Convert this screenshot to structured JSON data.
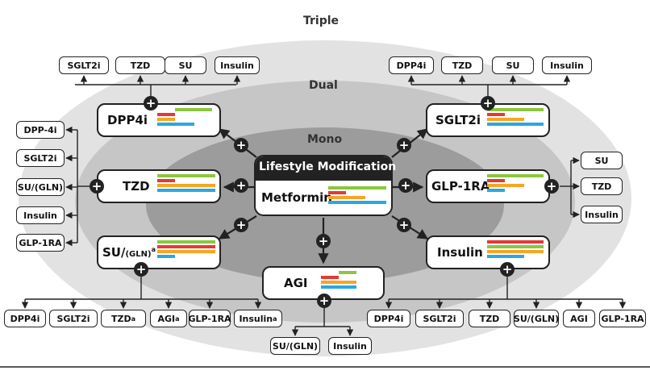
{
  "levels": {
    "triple": "Triple",
    "dual": "Dual",
    "mono": "Mono"
  },
  "center": {
    "title": "Lifestyle Modification",
    "drug": "Metformin"
  },
  "colors": {
    "green": "#8cc63f",
    "red": "#e53935",
    "orange": "#f5a623",
    "blue": "#29a8e0",
    "outer": "#e2e2e2",
    "middle": "#c6c6c6",
    "inner": "#9c9c9c"
  },
  "dual_boxes": {
    "dpp4i": "DPP4i",
    "sglt2i": "SGLT2i",
    "tzd": "TZD",
    "glp1ra": "GLP-1RA",
    "su_main": "SU/",
    "su_gln": "(GLN)",
    "su_sup": "a",
    "insulin": "Insulin",
    "agi": "AGI"
  },
  "triple_dpp4i": [
    "SGLT2i",
    "TZD",
    "SU",
    "Insulin"
  ],
  "triple_sglt2i": [
    "DPP4i",
    "TZD",
    "SU",
    "Insulin"
  ],
  "triple_tzd": [
    "DPP-4i",
    "SGLT2i",
    "SU/(GLN)",
    "Insulin",
    "GLP-1RA"
  ],
  "triple_glp1ra": [
    "SU",
    "TZD",
    "Insulin"
  ],
  "triple_su": [
    {
      "label": "DPP4i",
      "sup": ""
    },
    {
      "label": "SGLT2i",
      "sup": ""
    },
    {
      "label": "TZD",
      "sup": "a"
    },
    {
      "label": "AGI",
      "sup": "a"
    },
    {
      "label": "GLP-1RA",
      "sup": ""
    },
    {
      "label": "Insulin",
      "sup": "a"
    }
  ],
  "triple_insulin": [
    "DPP4i",
    "SGLT2i",
    "TZD",
    "SU/(GLN)",
    "AGI",
    "GLP-1RA"
  ],
  "triple_agi": [
    "SU/(GLN)",
    "Insulin"
  ]
}
